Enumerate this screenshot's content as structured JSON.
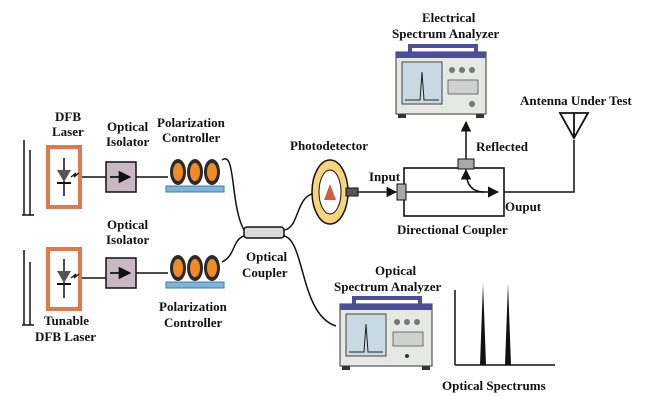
{
  "labels": {
    "dfb_laser_1": "DFB",
    "dfb_laser_2": "Laser",
    "tunable_1": "Tunable",
    "tunable_2": "DFB Laser",
    "isolator_top_1": "Optical",
    "isolator_top_2": "Isolator",
    "isolator_bot_1": "Optical",
    "isolator_bot_2": "Isolator",
    "pc_top_1": "Polarization",
    "pc_top_2": "Controller",
    "pc_bot_1": "Polarization",
    "pc_bot_2": "Controller",
    "coupler_1": "Optical",
    "coupler_2": "Coupler",
    "photodetector": "Photodetector",
    "input": "Input",
    "reflected": "Reflected",
    "output": "Ouput",
    "directional_coupler": "Directional Coupler",
    "esa_1": "Electrical",
    "esa_2": "Spectrum Analyzer",
    "osa_1": "Optical",
    "osa_2": "Spectrum Analyzer",
    "antenna": "Antenna Under Test",
    "optical_spectrums": "Optical Spectrums"
  },
  "colors": {
    "laser_frame": "#e07a4a",
    "isolator_fill": "#c9b8c4",
    "coil_orange": "#f08a24",
    "coil_dark": "#2a2a2a",
    "pc_base": "#7fb6d8",
    "analyzer_body": "#e6e8e4",
    "analyzer_screen": "#c9d9e4",
    "analyzer_top": "#4a4e9c",
    "detector_face": "#f5d47a"
  },
  "icons": {
    "laser": "laser-diode-icon",
    "isolator": "isolator-arrow-icon",
    "polarization": "fiber-coil-icon",
    "analyzer": "spectrum-analyzer-icon",
    "antenna": "antenna-icon"
  }
}
